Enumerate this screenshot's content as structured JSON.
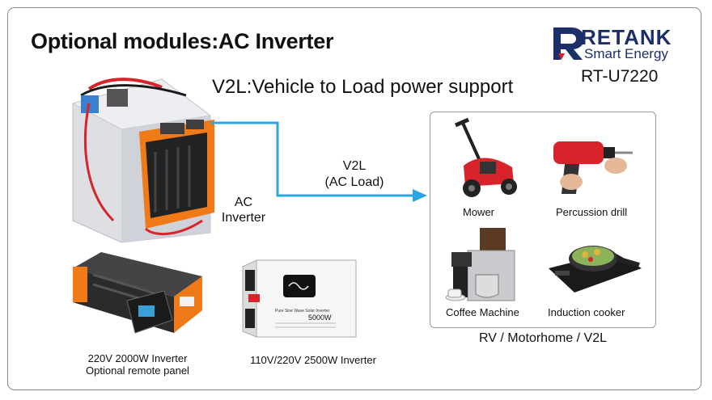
{
  "title": "Optional modules:AC Inverter",
  "brand": {
    "name": "RETANK",
    "tagline": "Smart Energy",
    "model": "RT-U7220",
    "logo_color": "#1d2f68",
    "accent_color": "#d8232a"
  },
  "subtitle": "V2L:Vehicle to Load power support",
  "flow": {
    "source_label_line1": "AC",
    "source_label_line2": "Inverter",
    "arrow_label_line1": "V2L",
    "arrow_label_line2": "(AC Load)",
    "arrow_color": "#2aa6e0"
  },
  "loads": {
    "items": [
      {
        "label": "Mower",
        "icon": "lawn-mower-icon"
      },
      {
        "label": "Percussion drill",
        "icon": "drill-icon"
      },
      {
        "label": "Coffee Machine",
        "icon": "coffee-machine-icon"
      },
      {
        "label": "Induction cooker",
        "icon": "induction-cooker-icon"
      }
    ],
    "caption": "RV / Motorhome / V2L"
  },
  "inverters": [
    {
      "line1": "220V 2000W Inverter",
      "line2": "Optional remote panel"
    },
    {
      "line1": "110V/220V 2500W Inverter",
      "display": "5000W",
      "label": "Pure Sine Wave Solar Inverter"
    }
  ]
}
